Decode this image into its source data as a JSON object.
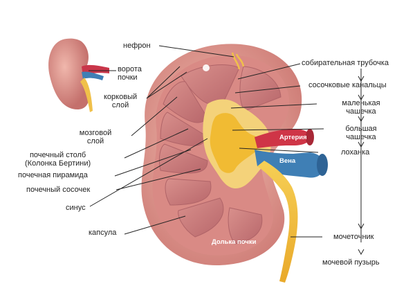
{
  "labels": {
    "nephron": "нефрон",
    "hilum": "ворота\nпочки",
    "cortex": "корковый\nслой",
    "medulla": "мозговой\nслой",
    "renal_column": "почечный столб\n(Колонка Бертини)",
    "renal_pyramid": "почечная пирамида",
    "renal_papilla": "почечный сосочек",
    "sinus": "синус",
    "capsule": "капсула",
    "collecting_duct": "собирательная трубочка",
    "papillary_ducts": "сосочковые канальцы",
    "minor_calyx": "маленькая\nчашечка",
    "major_calyx": "большая\nчашечка",
    "pelvis": "лоханка",
    "ureter": "мочеточник",
    "bladder": "мочевой пузырь",
    "artery": "Артерия",
    "vein": "Вена",
    "lobe": "Долька почки"
  },
  "colors": {
    "capsule": "#e8a79a",
    "cortex": "#d98a85",
    "pyramid": "#c97a7c",
    "urinary": "#f3c23d",
    "artery": "#d0374a",
    "vein": "#3f7fb5",
    "line": "#222222"
  }
}
